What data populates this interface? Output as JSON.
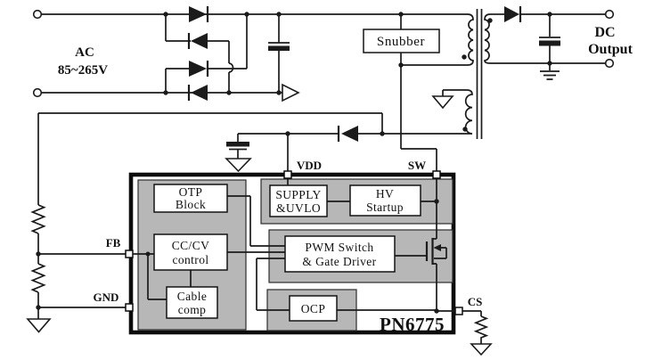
{
  "colors": {
    "line": "#1b1b1b",
    "panel_gray": "#b7b7b7",
    "background": "#ffffff",
    "text": "#111111"
  },
  "source": {
    "ac_label": "AC",
    "ac_range": "85~265V"
  },
  "output": {
    "dc_label": "DC",
    "output_label": "Output"
  },
  "snubber": {
    "label": "Snubber"
  },
  "ic": {
    "part_number": "PN6775",
    "pins": {
      "vdd": "VDD",
      "sw": "SW",
      "fb": "FB",
      "gnd": "GND",
      "cs": "CS"
    },
    "blocks": {
      "otp": {
        "line1": "OTP",
        "line2": "Block"
      },
      "supply": {
        "line1": "SUPPLY",
        "line2": "&UVLO"
      },
      "hv": {
        "line1": "HV",
        "line2": "Startup"
      },
      "cccv": {
        "line1": "CC/CV",
        "line2": "control"
      },
      "pwm": {
        "line1": "PWM Switch",
        "line2": "& Gate Driver"
      },
      "cable": {
        "line1": "Cable",
        "line2": "comp"
      },
      "ocp": {
        "label": "OCP"
      }
    }
  }
}
